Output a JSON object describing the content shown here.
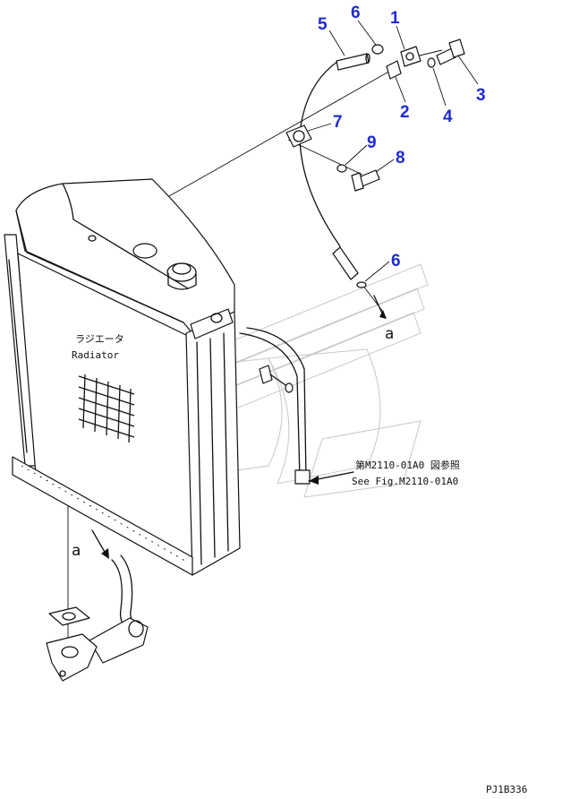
{
  "callouts": [
    {
      "id": "c1",
      "label": "1"
    },
    {
      "id": "c2",
      "label": "2"
    },
    {
      "id": "c3",
      "label": "3"
    },
    {
      "id": "c4",
      "label": "4"
    },
    {
      "id": "c5",
      "label": "5"
    },
    {
      "id": "c6a",
      "label": "6"
    },
    {
      "id": "c6b",
      "label": "6"
    },
    {
      "id": "c7",
      "label": "7"
    },
    {
      "id": "c8",
      "label": "8"
    },
    {
      "id": "c9",
      "label": "9"
    }
  ],
  "radiator_label_jp": "ラジエータ",
  "radiator_label_en": "Radiator",
  "view_marker_upper": "a",
  "view_marker_lower": "a",
  "reference_jp": "第M2110-01A0 図参照",
  "reference_en": "See Fig.M2110-01A0",
  "drawing_code": "PJ1B336",
  "callout_color": "#1f2bd0"
}
